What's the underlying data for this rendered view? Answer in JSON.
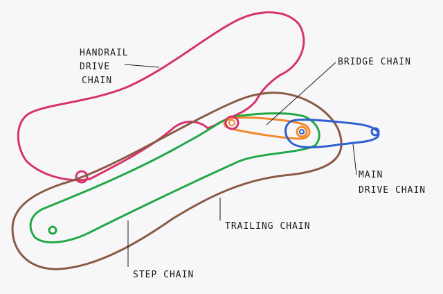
{
  "labels": {
    "handrail": [
      "HANDRAIL",
      "DRIVE",
      "CHAIN"
    ],
    "bridge": "BRIDGE CHAIN",
    "main_drive": [
      "MAIN",
      "DRIVE CHAIN"
    ],
    "trailing": "TRAILING CHAIN",
    "step": "STEP CHAIN"
  },
  "colors": {
    "handrail": "#d6336c",
    "trailing": "#8a5a44",
    "step": "#22a845",
    "bridge": "#f08a2c",
    "main_drive": "#2f5fd0",
    "ink": "#1a1a1a"
  }
}
